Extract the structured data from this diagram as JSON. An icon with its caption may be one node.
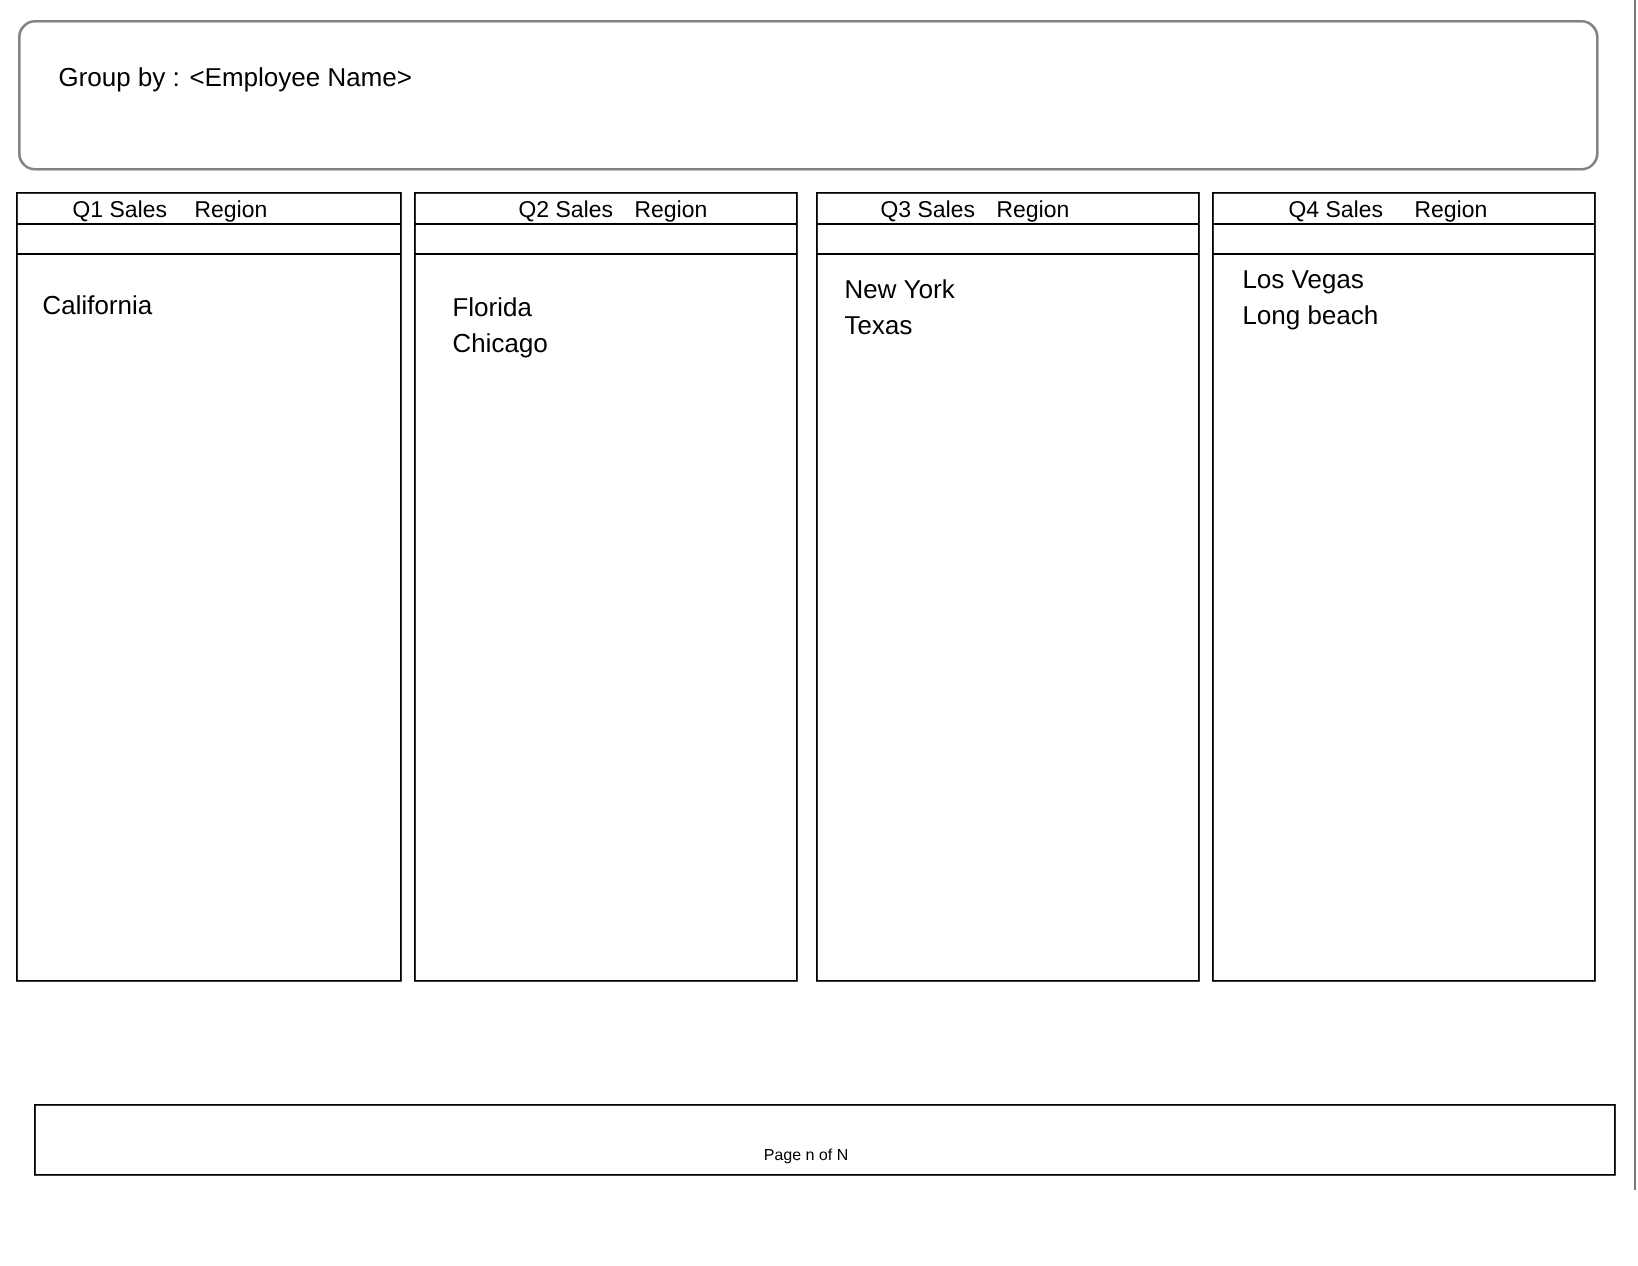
{
  "diagram": {
    "nodes": [
      {
        "text": [
          "Group by : <Employee Name>"
        ]
      },
      {
        "text": [
          "Q1 Sales",
          "Region",
          "California"
        ]
      },
      {
        "text": [
          "Q2 Sales",
          "Region",
          "Florida",
          "Chicago"
        ]
      },
      {
        "text": [
          "Q3 Sales",
          "Region",
          "New York",
          "Texas"
        ]
      },
      {
        "text": [
          "Q4 Sales",
          "Region",
          "Los Vegas",
          "Long beach"
        ]
      },
      {
        "text": [
          "Page n of N"
        ]
      }
    ]
  }
}
